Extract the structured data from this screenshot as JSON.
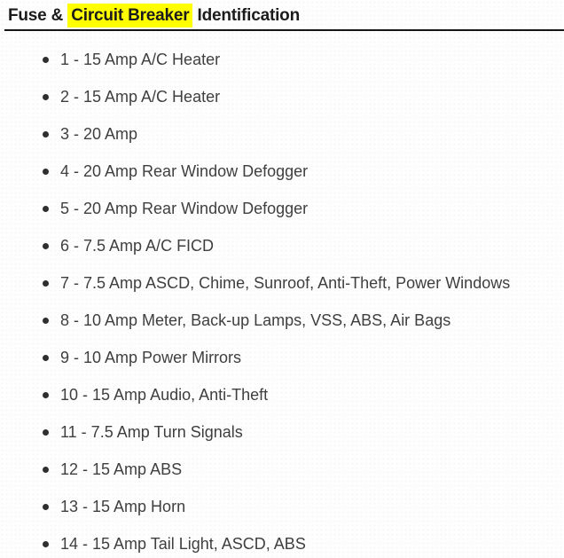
{
  "heading": {
    "prefix": "Fuse & ",
    "highlight": "Circuit Breaker",
    "suffix": " Identification"
  },
  "list": {
    "items": [
      "1 - 15 Amp A/C Heater",
      "2 - 15 Amp A/C Heater",
      "3 - 20 Amp",
      "4 - 20 Amp Rear Window Defogger",
      "5 - 20 Amp Rear Window Defogger",
      "6 - 7.5 Amp A/C FICD",
      "7 - 7.5 Amp ASCD, Chime, Sunroof, Anti-Theft, Power Windows",
      "8 - 10 Amp Meter, Back-up Lamps, VSS, ABS, Air Bags",
      "9 - 10 Amp Power Mirrors",
      "10 - 15 Amp Audio, Anti-Theft",
      "11 - 7.5 Amp Turn Signals",
      "12 - 15 Amp ABS",
      "13 - 15 Amp Horn",
      "14 - 15 Amp Tail Light, ASCD, ABS"
    ]
  },
  "colors": {
    "highlight": "#ffff00",
    "heading_text": "#1b1b1b",
    "body_text": "#3f3f3f",
    "rule": "#161616"
  }
}
